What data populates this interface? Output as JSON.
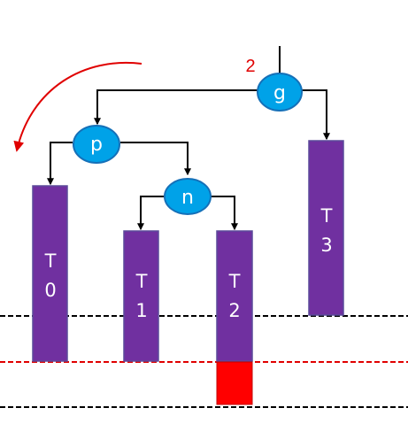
{
  "nodes": {
    "g": "g",
    "p": "p",
    "n": "n"
  },
  "subtrees": {
    "t0": [
      "T",
      "0"
    ],
    "t1": [
      "T",
      "1"
    ],
    "t2": [
      "T",
      "2"
    ],
    "t3": [
      "T",
      "3"
    ]
  },
  "annotation": "2",
  "colors": {
    "node_fill": "#00A2E8",
    "node_stroke": "#1570B8",
    "subtree_fill": "#7030A0",
    "subtree_stroke": "#5B4A9A",
    "overflow_fill": "#FF0000",
    "arrow": "#000000",
    "rotation_arrow": "#E00000",
    "annotation_text": "#E00000",
    "level_line": "#000000",
    "level_line_highlight": "#E00000"
  },
  "icons": {
    "rotation": "curved-arrow-icon"
  }
}
